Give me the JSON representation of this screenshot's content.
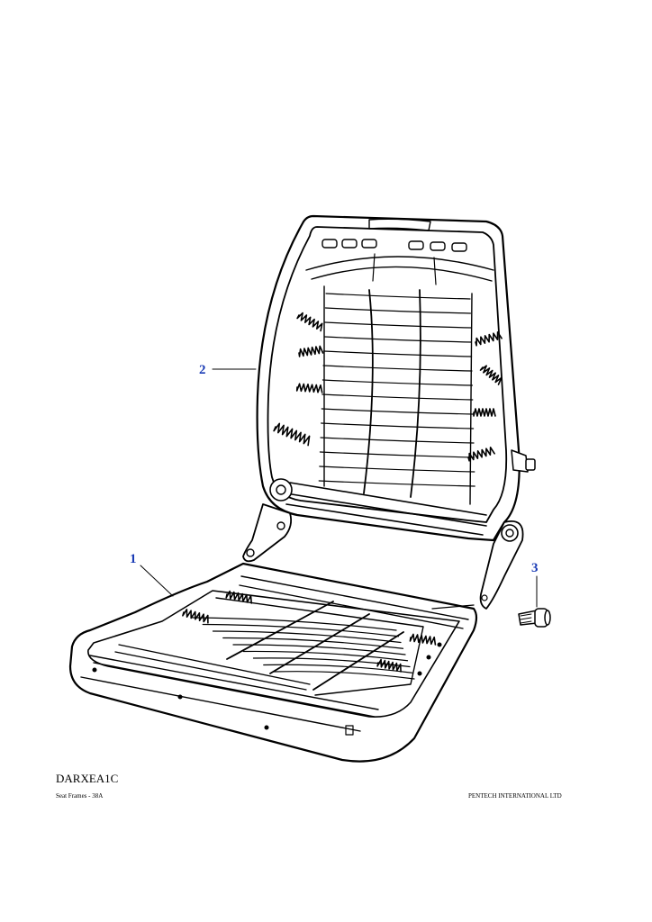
{
  "callouts": {
    "c1": "1",
    "c2": "2",
    "c3": "3"
  },
  "footer": {
    "drawing_code": "DARXEA1C",
    "section_title": "Seat Frames - 38A",
    "publisher": "PENTECH INTERNATIONAL LTD"
  },
  "colors": {
    "callout": "#1a3bb5",
    "line": "#000000",
    "background": "#ffffff"
  }
}
